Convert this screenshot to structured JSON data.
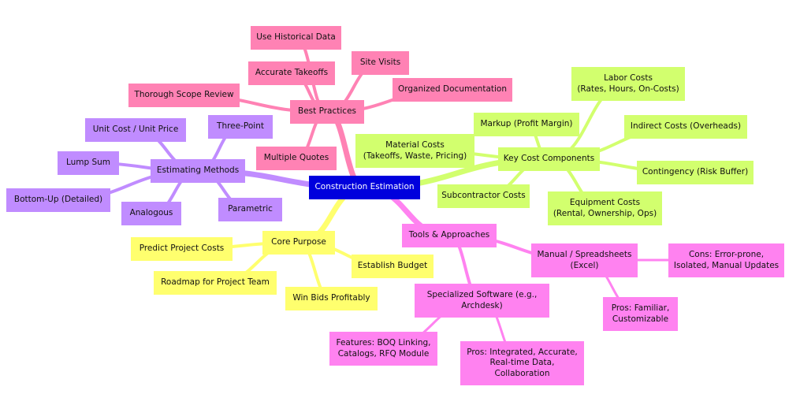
{
  "colors": {
    "root": "#0000dd",
    "best": "#ff82b4",
    "methods": "#c08cff",
    "core": "#ffff6e",
    "cost": "#d2ff6e",
    "tools": "#ff82f0"
  },
  "root": {
    "label": "Construction Estimation"
  },
  "branches": {
    "best_practices": {
      "label": "Best Practices",
      "items": [
        "Use Historical Data",
        "Accurate Takeoffs",
        "Site Visits",
        "Thorough Scope Review",
        "Organized Documentation",
        "Multiple Quotes"
      ]
    },
    "estimating_methods": {
      "label": "Estimating Methods",
      "items": [
        "Unit Cost / Unit Price",
        "Three-Point",
        "Lump Sum",
        "Bottom-Up (Detailed)",
        "Analogous",
        "Parametric"
      ]
    },
    "core_purpose": {
      "label": "Core Purpose",
      "items": [
        "Predict Project Costs",
        "Establish Budget",
        "Roadmap for Project Team",
        "Win Bids Profitably"
      ]
    },
    "key_cost_components": {
      "label": "Key Cost Components",
      "items": [
        "Labor Costs\n(Rates, Hours, On-Costs)",
        "Markup (Profit Margin)",
        "Indirect Costs (Overheads)",
        "Material Costs\n(Takeoffs, Waste, Pricing)",
        "Contingency (Risk Buffer)",
        "Subcontractor Costs",
        "Equipment Costs\n(Rental, Ownership, Ops)"
      ]
    },
    "tools_approaches": {
      "label": "Tools & Approaches",
      "manual": {
        "label": "Manual / Spreadsheets\n(Excel)",
        "cons": "Cons: Error-prone,\nIsolated, Manual Updates",
        "pros": "Pros: Familiar,\nCustomizable"
      },
      "software": {
        "label": "Specialized Software (e.g.,\nArchdesk)",
        "features": "Features: BOQ Linking,\nCatalogs, RFQ Module",
        "pros": "Pros: Integrated, Accurate,\nReal-time Data,\nCollaboration"
      }
    }
  }
}
